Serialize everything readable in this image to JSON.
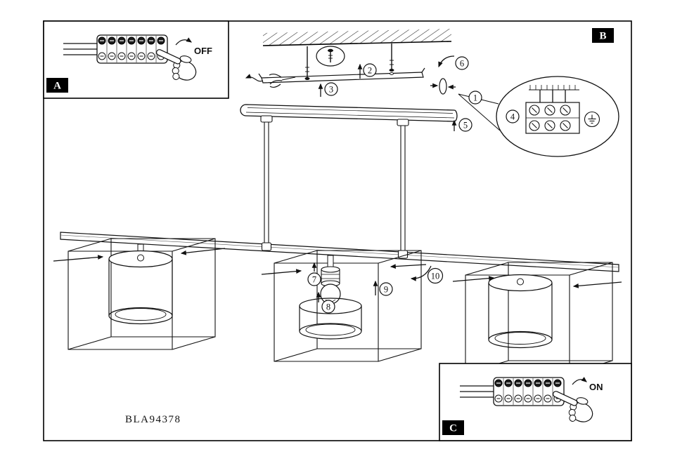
{
  "model_number": "BLA94378",
  "panel_labels": {
    "a": "A",
    "b": "B",
    "c": "C"
  },
  "switch_states": {
    "off": "OFF",
    "on": "ON"
  },
  "steps": [
    "1",
    "2",
    "3",
    "4",
    "5",
    "6",
    "7",
    "8",
    "9",
    "10"
  ]
}
